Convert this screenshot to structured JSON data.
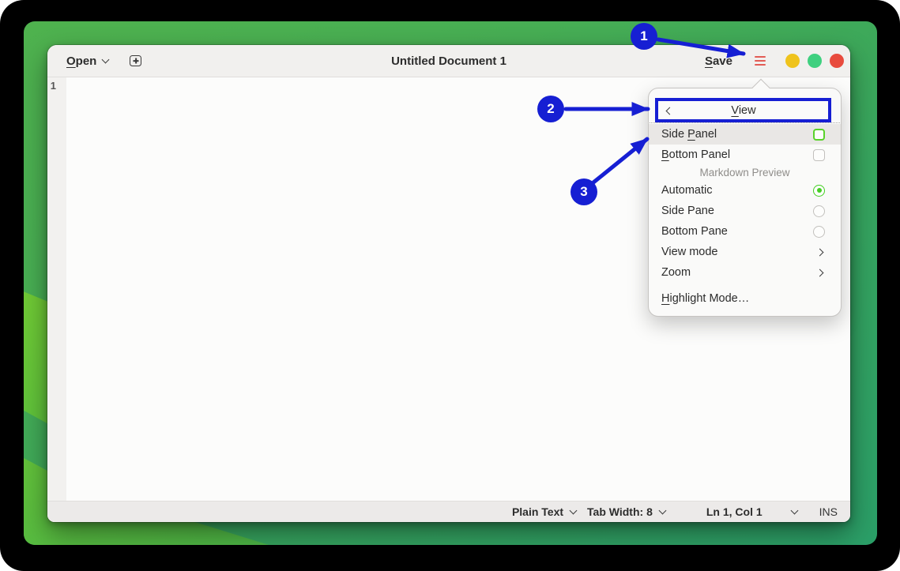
{
  "window": {
    "header": {
      "open": {
        "text": "Open",
        "mnemonic": 0
      },
      "title": "Untitled Document 1",
      "save": {
        "text": "Save",
        "mnemonic": 0
      }
    },
    "editor": {
      "line_number": "1"
    },
    "statusbar": {
      "language": "Plain Text",
      "tab_width": "Tab Width: 8",
      "cursor": "Ln 1, Col 1",
      "insert_mode": "INS"
    }
  },
  "popover": {
    "title": {
      "text": "View",
      "mnemonic": 0
    },
    "items": [
      {
        "label": {
          "text": "Side Panel",
          "mnemonic": 5
        },
        "control": "checkbox",
        "checked": false,
        "highlighted": true
      },
      {
        "label": {
          "text": "Bottom Panel",
          "mnemonic": 0
        },
        "control": "checkbox",
        "checked": false
      },
      {
        "label": {
          "text": "Markdown Preview"
        },
        "type": "section-header"
      },
      {
        "label": {
          "text": "Automatic"
        },
        "control": "radio",
        "checked": true
      },
      {
        "label": {
          "text": "Side Pane"
        },
        "control": "radio",
        "checked": false
      },
      {
        "label": {
          "text": "Bottom Pane"
        },
        "control": "radio",
        "checked": false
      },
      {
        "label": {
          "text": "View mode"
        },
        "control": "submenu"
      },
      {
        "label": {
          "text": "Zoom"
        },
        "control": "submenu"
      },
      {
        "label": {
          "text": "Highlight Mode…",
          "mnemonic": 0
        },
        "control": "none"
      }
    ]
  },
  "annotations": [
    {
      "label": "1"
    },
    {
      "label": "2"
    },
    {
      "label": "3"
    }
  ],
  "colors": {
    "annotation_blue": "#161fd3",
    "accent_green": "#4ed22a",
    "hamburger_active_red": "#e25c55",
    "titlebar_minimize": "#efc31c",
    "titlebar_maximize": "#3fd07f",
    "titlebar_close": "#e84b3d",
    "wallpaper_green_top": "#4fb24e",
    "wallpaper_green_bottom": "#2b9f68",
    "wallpaper_lime": "#74cc34"
  }
}
